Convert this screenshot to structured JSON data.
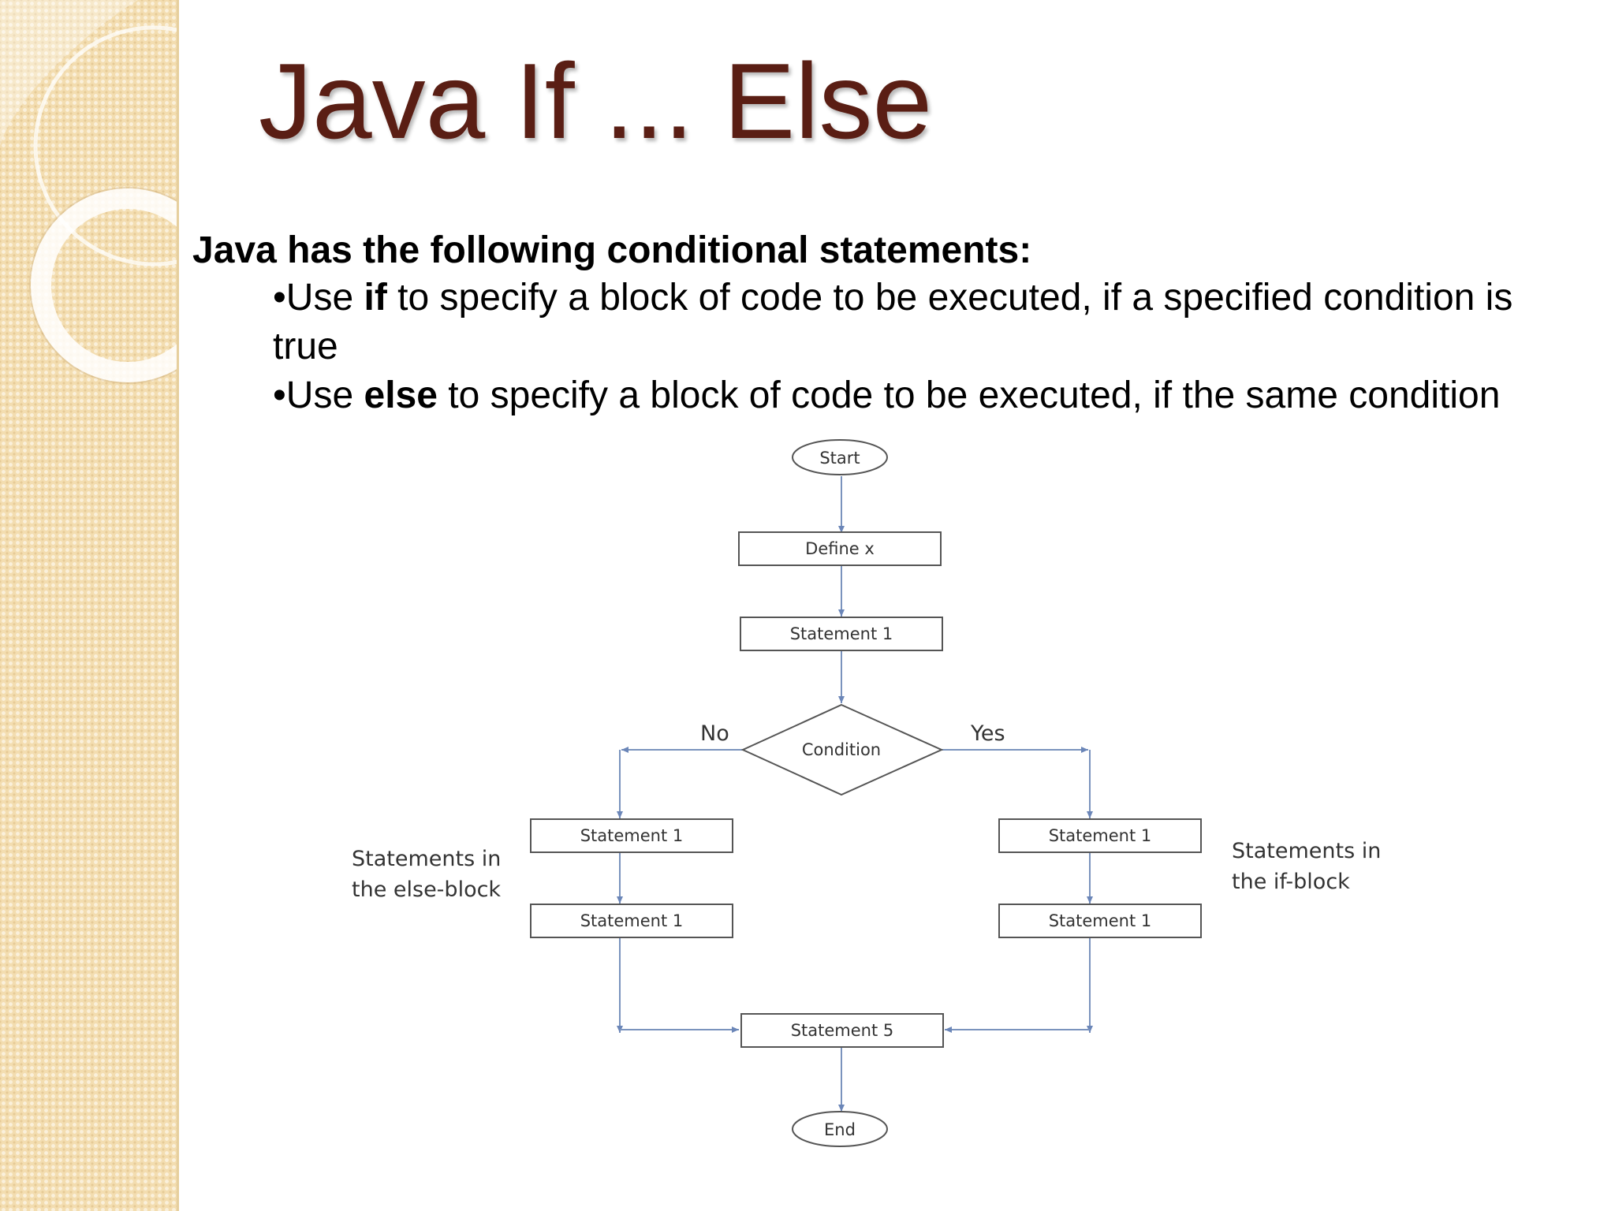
{
  "slide": {
    "title": "Java If ... Else",
    "intro": "Java has the following conditional statements:",
    "bullets": [
      {
        "prefix": "•Use ",
        "keyword": "if",
        "text": " to specify a block of code to be executed, if a specified condition is",
        "continuation": "true"
      },
      {
        "prefix": "•Use ",
        "keyword": "else",
        "text": " to specify a block of code to be executed, if the same condition"
      }
    ]
  },
  "flowchart": {
    "start": "Start",
    "define": "Define x",
    "statement1": "Statement 1",
    "condition": "Condition",
    "no_label": "No",
    "yes_label": "Yes",
    "else_stmt_a": "Statement 1",
    "else_stmt_b": "Statement 1",
    "if_stmt_a": "Statement 1",
    "if_stmt_b": "Statement 1",
    "else_note_line1": "Statements in",
    "else_note_line2": "the else-block",
    "if_note_line1": "Statements in",
    "if_note_line2": "the if-block",
    "merge": "Statement 5",
    "end": "End"
  },
  "colors": {
    "title": "#5a1e14",
    "sidebar": "#f3ddb0",
    "arrow": "#7a93bd",
    "box_border": "#555555"
  }
}
